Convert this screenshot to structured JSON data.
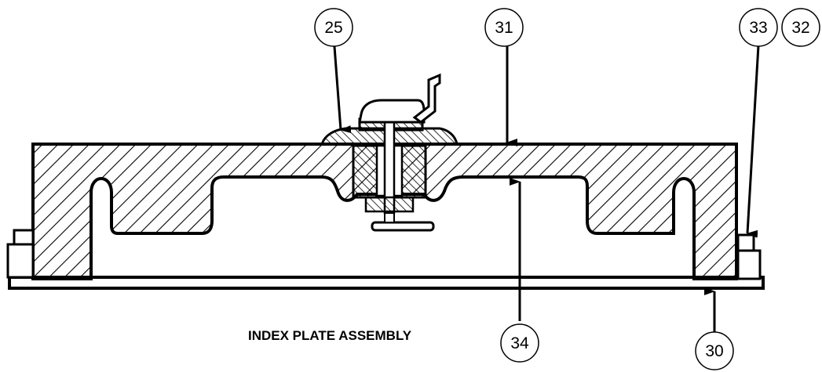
{
  "diagram": {
    "title": "INDEX PLATE ASSEMBLY",
    "callouts": [
      {
        "id": "c25",
        "label": "25"
      },
      {
        "id": "c31",
        "label": "31"
      },
      {
        "id": "c33",
        "label": "33"
      },
      {
        "id": "c32",
        "label": "32"
      },
      {
        "id": "c34",
        "label": "34"
      },
      {
        "id": "c30",
        "label": "30"
      }
    ],
    "colors": {
      "line": "#000000",
      "background": "#ffffff"
    }
  }
}
